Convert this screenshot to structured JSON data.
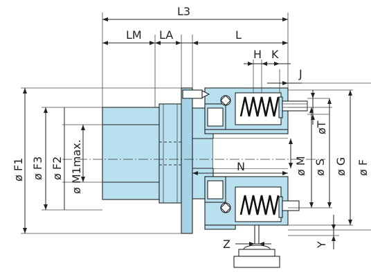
{
  "drawing": {
    "labels": {
      "L3": "L3",
      "LM": "LM",
      "LA": "LA",
      "L": "L",
      "H": "H",
      "K": "K",
      "J": "J",
      "N": "N",
      "Z": "Z",
      "Y": "Y",
      "F1": "ø F1",
      "F3": "ø F3",
      "F2": "ø F2",
      "M1": "ø M1max.",
      "M": "ø M",
      "S": "ø S",
      "G": "ø G",
      "F": "ø F",
      "T": "øT"
    },
    "colors": {
      "body": "#b9e0ee",
      "line": "#222222"
    },
    "icons": {
      "terminal": "cable-terminal-icon"
    }
  }
}
